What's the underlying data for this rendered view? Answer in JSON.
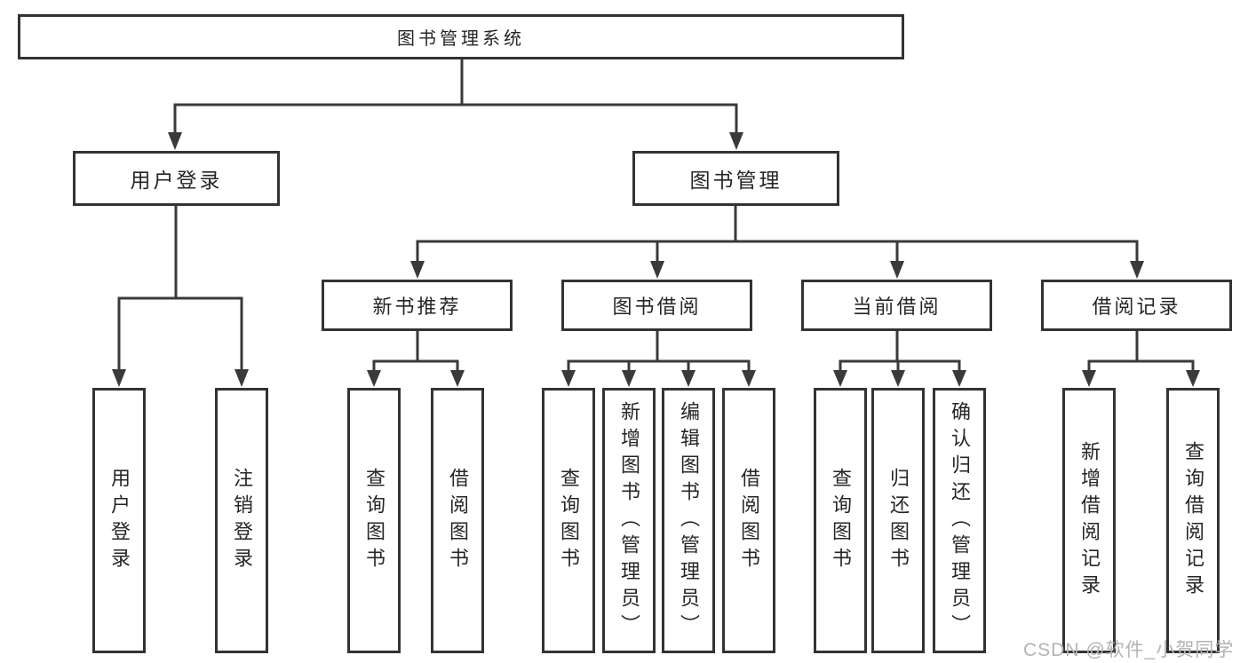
{
  "diagram": {
    "root": {
      "label": "图书管理系统"
    },
    "level1": [
      {
        "label": "用户登录"
      },
      {
        "label": "图书管理"
      }
    ],
    "level2": [
      {
        "label": "新书推荐"
      },
      {
        "label": "图书借阅"
      },
      {
        "label": "当前借阅"
      },
      {
        "label": "借阅记录"
      }
    ],
    "leaves": {
      "user_login": [
        {
          "label": "用户登录"
        },
        {
          "label": "注销登录"
        }
      ],
      "new_book": [
        {
          "label": "查询图书"
        },
        {
          "label": "借阅图书"
        }
      ],
      "book_borrow": [
        {
          "label": "查询图书"
        },
        {
          "label": "新增图书（管理员）"
        },
        {
          "label": "编辑图书（管理员）"
        },
        {
          "label": "借阅图书"
        }
      ],
      "current_borrow": [
        {
          "label": "查询图书"
        },
        {
          "label": "归还图书"
        },
        {
          "label": "确认归还（管理员）"
        }
      ],
      "borrow_record": [
        {
          "label": "新增借阅记录"
        },
        {
          "label": "查询借阅记录"
        }
      ]
    },
    "colors": {
      "line": "#3a3a3a",
      "box_border": "#333333",
      "text": "#262626",
      "background": "#ffffff",
      "watermark": "#b3b3b3"
    }
  },
  "watermark": {
    "text": "CSDN @软件_小贺同学"
  }
}
